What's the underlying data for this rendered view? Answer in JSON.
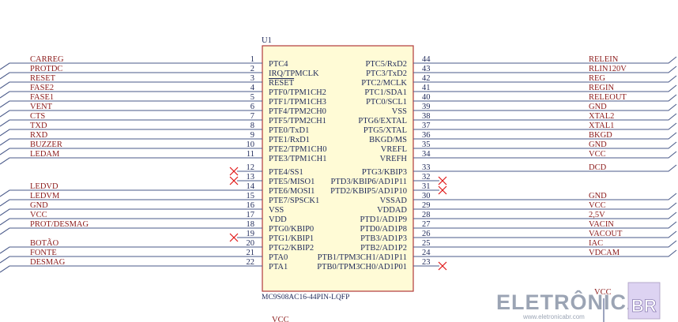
{
  "component": {
    "ref": "U1",
    "part": "MC9S08AC16-44PIN-LQFP",
    "left_pins": [
      {
        "num": "1",
        "name": "PTC4",
        "net": "CARREG"
      },
      {
        "num": "2",
        "name": "IRQ/TPMCLK",
        "net": "PROTDC"
      },
      {
        "num": "3",
        "name": "RESET",
        "net": "RESET",
        "overbar": true
      },
      {
        "num": "4",
        "name": "PTF0/TPM1CH2",
        "net": "FASE2"
      },
      {
        "num": "5",
        "name": "PTF1/TPM1CH3",
        "net": "FASE1"
      },
      {
        "num": "6",
        "name": "PTF4/TPM2CH0",
        "net": "VENT"
      },
      {
        "num": "7",
        "name": "PTF5/TPM2CH1",
        "net": "CTS"
      },
      {
        "num": "8",
        "name": "PTE0/TxD1",
        "net": "TXD"
      },
      {
        "num": "9",
        "name": "PTE1/RxD1",
        "net": "RXD"
      },
      {
        "num": "10",
        "name": "PTE2/TPM1CH0",
        "net": "BUZZER"
      },
      {
        "num": "11",
        "name": "PTE3/TPM1CH1",
        "net": "LEDAM"
      },
      {
        "num": "12",
        "name": "PTE4/SS1",
        "net": "",
        "nc": true
      },
      {
        "num": "13",
        "name": "PTE5/MISO1",
        "net": "",
        "nc": true
      },
      {
        "num": "14",
        "name": "PTE6/MOSI1",
        "net": "LEDVD"
      },
      {
        "num": "15",
        "name": "PTE7/SPSCK1",
        "net": "LEDVM"
      },
      {
        "num": "16",
        "name": "VSS",
        "net": "GND"
      },
      {
        "num": "17",
        "name": "VDD",
        "net": "VCC"
      },
      {
        "num": "18",
        "name": "PTG0/KBIP0",
        "net": "PROT/DESMAG"
      },
      {
        "num": "19",
        "name": "PTG1/KBIP1",
        "net": "",
        "nc": true
      },
      {
        "num": "20",
        "name": "PTG2/KBIP2",
        "net": "BOTÃO"
      },
      {
        "num": "21",
        "name": "PTA0",
        "net": "FONTE"
      },
      {
        "num": "22",
        "name": "PTA1",
        "net": "DESMAG"
      }
    ],
    "right_pins": [
      {
        "num": "44",
        "name": "PTC5/RxD2",
        "net": "RELEIN"
      },
      {
        "num": "43",
        "name": "PTC3/TxD2",
        "net": "RLIN120V"
      },
      {
        "num": "42",
        "name": "PTC2/MCLK",
        "net": "REG"
      },
      {
        "num": "41",
        "name": "PTC1/SDA1",
        "net": "REGIN"
      },
      {
        "num": "40",
        "name": "PTC0/SCL1",
        "net": "RELEOUT"
      },
      {
        "num": "39",
        "name": "VSS",
        "net": "GND"
      },
      {
        "num": "38",
        "name": "PTG6/EXTAL",
        "net": "XTAL2"
      },
      {
        "num": "37",
        "name": "PTG5/XTAL",
        "net": "XTAL1"
      },
      {
        "num": "36",
        "name": "BKGD/MS",
        "net": "BKGD"
      },
      {
        "num": "35",
        "name": "VREFL",
        "net": "GND"
      },
      {
        "num": "34",
        "name": "VREFH",
        "net": "VCC"
      },
      {
        "num": "33",
        "name": "PTG3/KBIP3",
        "net": "DCD"
      },
      {
        "num": "32",
        "name": "PTD3/KBIP6/AD1P11",
        "net": "",
        "nc": true
      },
      {
        "num": "31",
        "name": "PTD2/KBIP5/AD1P10",
        "net": "",
        "nc": true
      },
      {
        "num": "30",
        "name": "VSSAD",
        "net": "GND"
      },
      {
        "num": "29",
        "name": "VDDAD",
        "net": "VCC"
      },
      {
        "num": "28",
        "name": "PTD1/AD1P9",
        "net": "2,5V"
      },
      {
        "num": "27",
        "name": "PTD0/AD1P8",
        "net": "VACIN"
      },
      {
        "num": "26",
        "name": "PTB3/AD1P3",
        "net": "VACOUT"
      },
      {
        "num": "25",
        "name": "PTB2/AD1P2",
        "net": "IAC"
      },
      {
        "num": "24",
        "name": "PTB1/TPM3CH1/AD1P11",
        "net": "VDCAM"
      },
      {
        "num": "23",
        "name": "PTB0/TPM3CH0/AD1P01",
        "net": "",
        "nc": true
      }
    ]
  },
  "extra_labels": {
    "vcc_right": "VCC",
    "vcc_bottom": "VCC"
  },
  "watermark": {
    "brand": "ELETRÔNICA",
    "badge": "BR",
    "url": "www.eletronicabr.com"
  },
  "colors": {
    "net_label": "#8b1a1a",
    "pin_text": "#1f2a5a",
    "wire": "#4a5a8a",
    "body_fill": "#fffbd6",
    "body_stroke": "#b0393a",
    "no_connect": "#e01818",
    "watermark": "#8a95a8"
  }
}
